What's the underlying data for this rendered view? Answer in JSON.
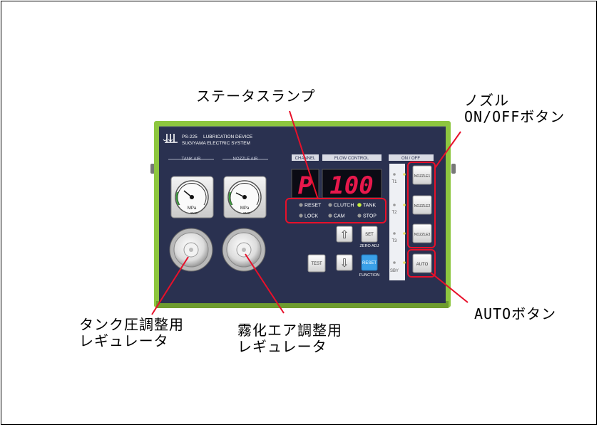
{
  "panel": {
    "model": "PS-225",
    "product": "LUBRICATION DEVICE",
    "maker": "SUGIYAMA ELECTRIC SYSTEM",
    "section_labels": {
      "tank_air": "TANK AIR",
      "nozzle_air": "NOZZLE AIR",
      "channel": "CHANNEL",
      "flow_control": "FLOW CONTROL",
      "on_off": "ON / OFF"
    },
    "display": {
      "channel": "P",
      "flow": "100"
    },
    "gauge": {
      "unit": "MPa",
      "brand": "SMC"
    },
    "lamps": [
      {
        "label": "RESET",
        "color": "#9a9a9a"
      },
      {
        "label": "CLUTCH",
        "color": "#9a9a9a"
      },
      {
        "label": "TANK",
        "color": "#c8f03c"
      },
      {
        "label": "LOCK",
        "color": "#9a9a9a"
      },
      {
        "label": "CAM",
        "color": "#9a9a9a"
      },
      {
        "label": "STOP",
        "color": "#9a9a9a"
      }
    ],
    "buttons": {
      "set": "SET",
      "zero_adj": "ZERO ADJ",
      "test": "TEST",
      "reset": "RESET",
      "function": "FUNCTION",
      "up": "⇧",
      "down": "⇩"
    },
    "nozzle_buttons": [
      "NOZZLE1",
      "NOZZLE2",
      "NOZZLE3"
    ],
    "nozzle_labels": [
      "T1",
      "T2",
      "T3"
    ],
    "auto_button": "AUTO",
    "standby_label": "SBY"
  },
  "callouts": {
    "status_lamp": "ステータスランプ",
    "nozzle_line1": "ノズル",
    "nozzle_line2": "ON/OFFボタン",
    "auto_button": "AUTOボタン",
    "tank_line1": "タンク圧調整用",
    "tank_line2": "レギュレータ",
    "mist_line1": "霧化エア調整用",
    "mist_line2": "レギュレータ"
  },
  "colors": {
    "panel": "#2a3150",
    "frame_green": "#8dc63f",
    "display_red": "#e8184c",
    "reset_blue": "#3aa0e8",
    "callout_red": "#e8102a"
  }
}
